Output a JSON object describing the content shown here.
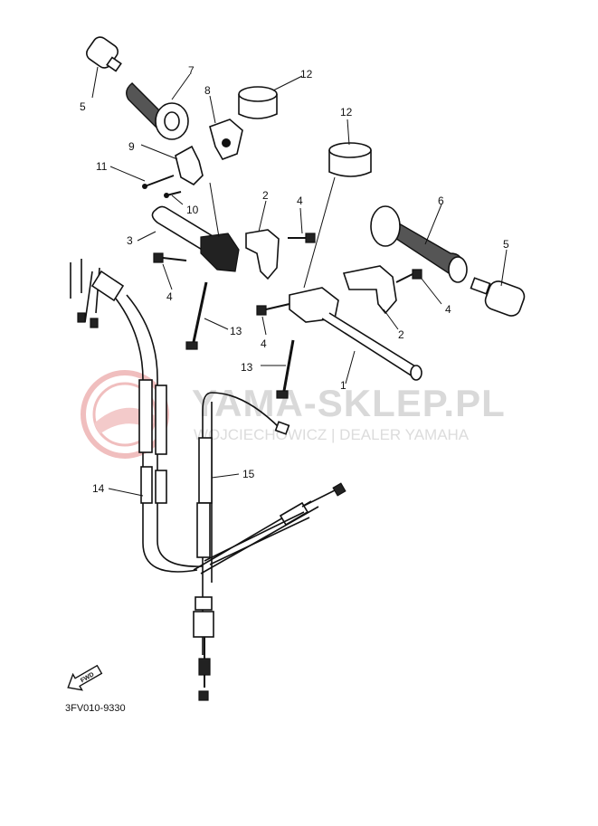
{
  "watermark": {
    "brand": "YAMA-SKLEP.PL",
    "subtitle": "WOJCIECHOWICZ | DEALER YAMAHA",
    "logo_color": "#e07070"
  },
  "diagram_code": "3FV010-9330",
  "forward_marker": "FWD",
  "parts": {
    "p1": "1",
    "p2a": "2",
    "p2b": "2",
    "p3": "3",
    "p4a": "4",
    "p4b": "4",
    "p4c": "4",
    "p4d": "4",
    "p5a": "5",
    "p5b": "5",
    "p6": "6",
    "p7": "7",
    "p8": "8",
    "p9": "9",
    "p10": "10",
    "p11": "11",
    "p12a": "12",
    "p12b": "12",
    "p13a": "13",
    "p13b": "13",
    "p14": "14",
    "p15": "15"
  }
}
